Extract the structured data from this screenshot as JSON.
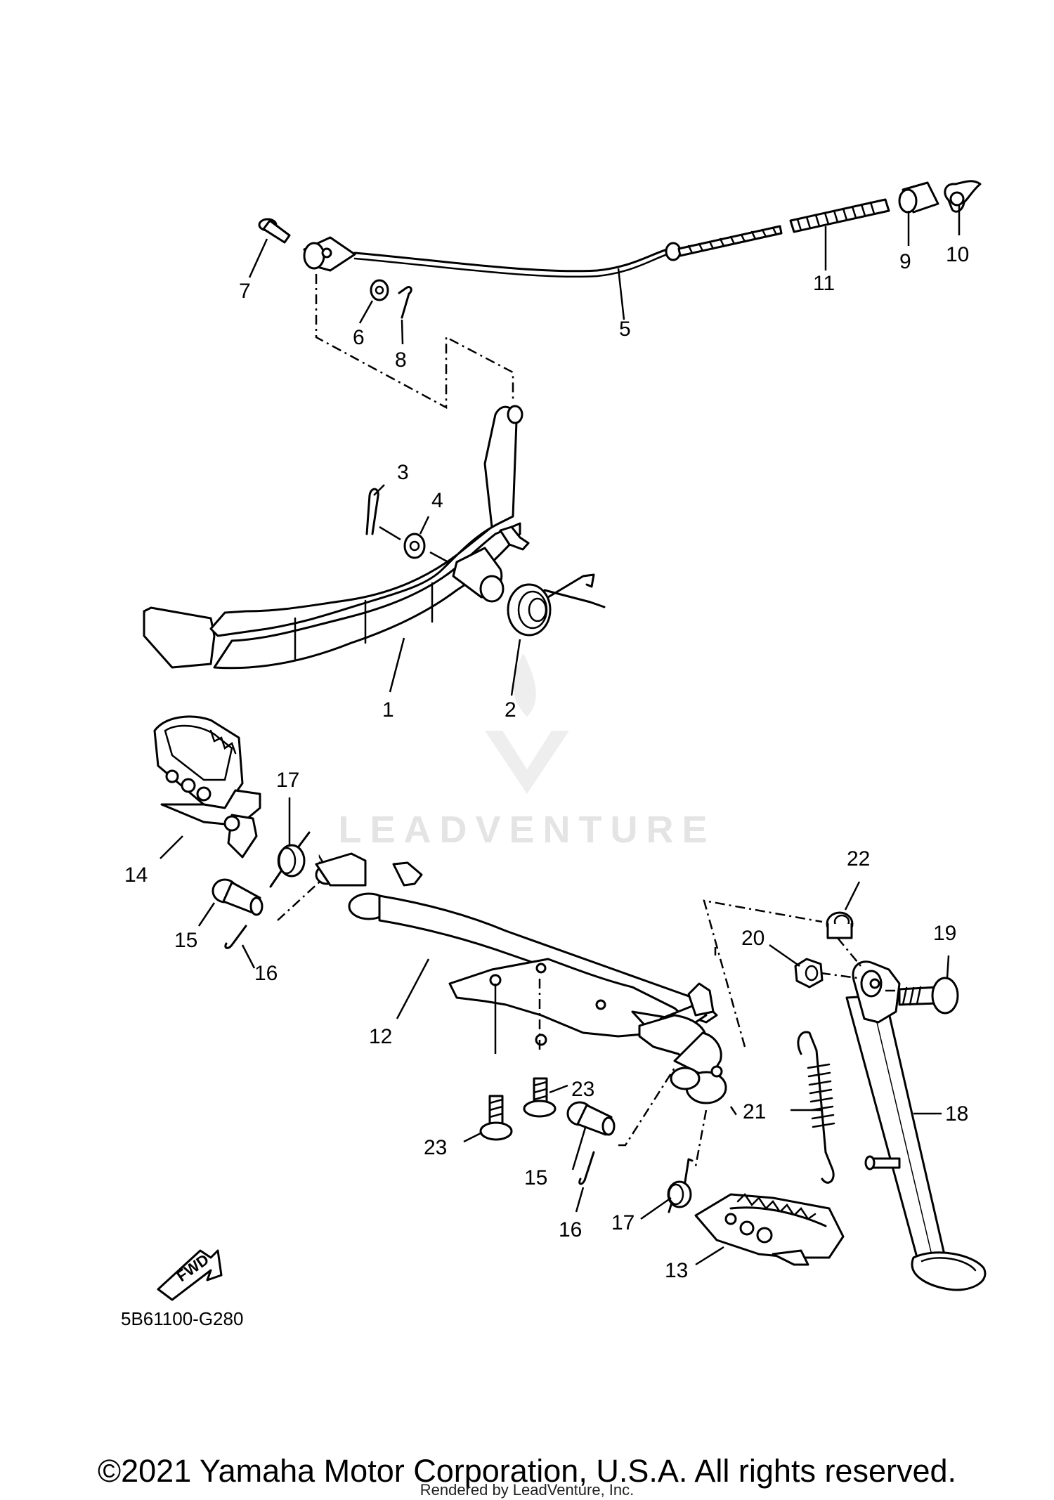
{
  "diagram": {
    "code": "5B61100-G280",
    "copyright": "©2021 Yamaha Motor Corporation, U.S.A. All rights reserved.",
    "rendered_by": "Rendered by LeadVenture, Inc.",
    "watermark": "LEADVENTURE",
    "fwd_label": "FWD",
    "callouts": [
      {
        "id": "c1",
        "label": "1"
      },
      {
        "id": "c2",
        "label": "2"
      },
      {
        "id": "c3",
        "label": "3"
      },
      {
        "id": "c4",
        "label": "4"
      },
      {
        "id": "c5",
        "label": "5"
      },
      {
        "id": "c6",
        "label": "6"
      },
      {
        "id": "c7",
        "label": "7"
      },
      {
        "id": "c8",
        "label": "8"
      },
      {
        "id": "c9",
        "label": "9"
      },
      {
        "id": "c10",
        "label": "10"
      },
      {
        "id": "c11",
        "label": "11"
      },
      {
        "id": "c12",
        "label": "12"
      },
      {
        "id": "c13",
        "label": "13"
      },
      {
        "id": "c14",
        "label": "14"
      },
      {
        "id": "c15a",
        "label": "15"
      },
      {
        "id": "c15b",
        "label": "15"
      },
      {
        "id": "c16a",
        "label": "16"
      },
      {
        "id": "c16b",
        "label": "16"
      },
      {
        "id": "c17a",
        "label": "17"
      },
      {
        "id": "c17b",
        "label": "17"
      },
      {
        "id": "c18",
        "label": "18"
      },
      {
        "id": "c19",
        "label": "19"
      },
      {
        "id": "c20",
        "label": "20"
      },
      {
        "id": "c21",
        "label": "21"
      },
      {
        "id": "c22",
        "label": "22"
      },
      {
        "id": "c23a",
        "label": "23"
      },
      {
        "id": "c23b",
        "label": "23"
      }
    ]
  }
}
